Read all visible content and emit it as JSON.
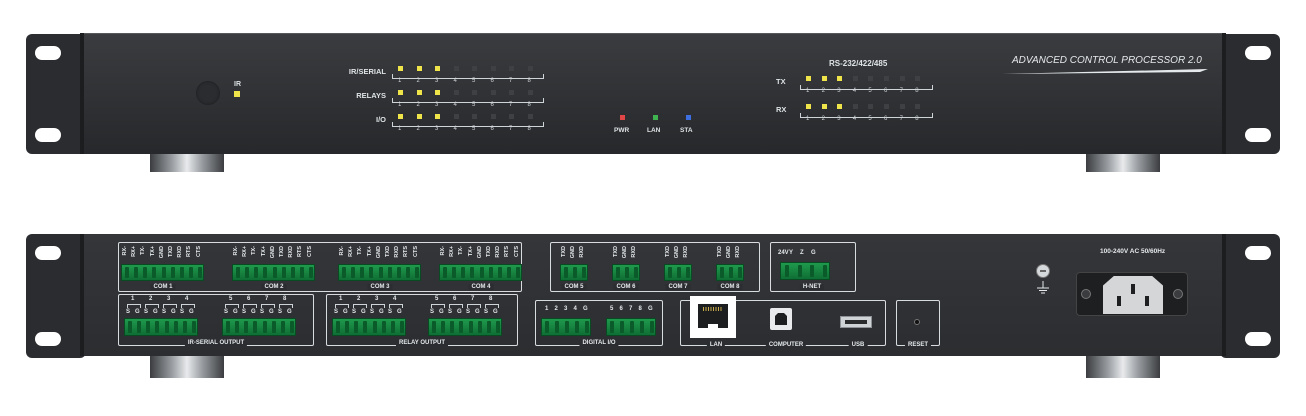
{
  "front": {
    "ir_label": "IR",
    "row_labels": [
      "IR/SERIAL",
      "RELAYS",
      "I/O"
    ],
    "channel_numbers": [
      "1",
      "2",
      "3",
      "4",
      "5",
      "6",
      "7",
      "8"
    ],
    "led_active_count": 3,
    "status_leds": [
      {
        "label": "PWR",
        "color": "#e04646"
      },
      {
        "label": "LAN",
        "color": "#3fb34f"
      },
      {
        "label": "STA",
        "color": "#3e6fe0"
      }
    ],
    "rs_title": "RS-232/422/485",
    "rs_rows": [
      "TX",
      "RX"
    ],
    "brand": "ADVANCED CONTROL PROCESSOR 2.0",
    "led_color": "#efe44a"
  },
  "rear": {
    "com_pins_full": [
      "RX-",
      "RX+",
      "TX-",
      "TX+",
      "GND",
      "TXD",
      "RXD",
      "RTS",
      "CTS"
    ],
    "com_pins_short": [
      "TXD",
      "GND",
      "RXD"
    ],
    "com_labels": [
      "COM 1",
      "COM 2",
      "COM 3",
      "COM 4",
      "COM 5",
      "COM 6",
      "COM 7",
      "COM 8"
    ],
    "hnet_pins": [
      "24V",
      "Y",
      "Z",
      "G"
    ],
    "hnet_label": "H-NET",
    "sg": [
      "S",
      "G"
    ],
    "ir_group_a": [
      "1",
      "2",
      "3",
      "4"
    ],
    "ir_group_b": [
      "5",
      "6",
      "7",
      "8"
    ],
    "ir_output_label": "IR-SERIAL OUTPUT",
    "relay_output_label": "RELAY OUTPUT",
    "dio_left": [
      "1",
      "2",
      "3",
      "4",
      "G"
    ],
    "dio_right": [
      "5",
      "6",
      "7",
      "8",
      "G"
    ],
    "dio_label": "DIGITAL I/O",
    "lan_label": "LAN",
    "computer_label": "COMPUTER",
    "usb_label": "USB",
    "reset_label": "RESET",
    "power_label": "100-240V AC 50/60Hz",
    "terminal_color": "#1c9147"
  }
}
